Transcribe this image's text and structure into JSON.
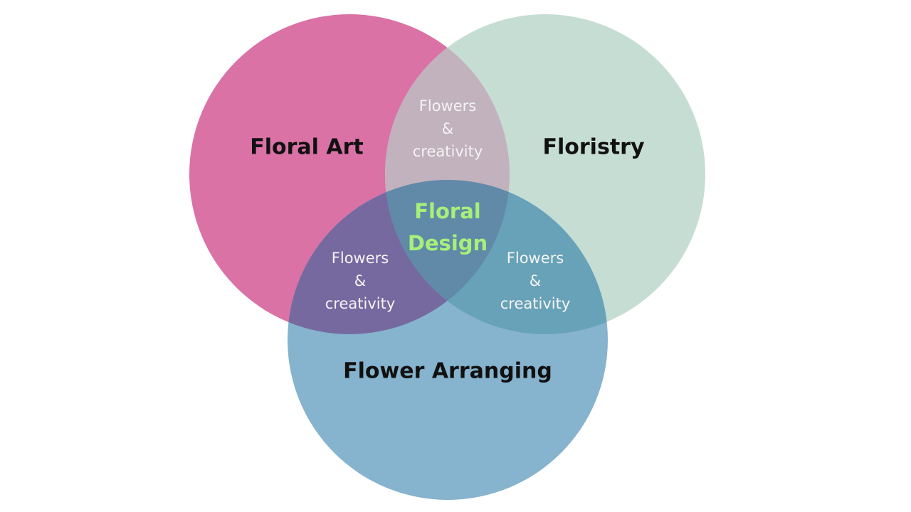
{
  "colors": {
    "floral_art": "#da72a6",
    "floristry": "#c6ddd3",
    "flower_arranging": "#86b3cd",
    "art_floristry": "#c2b2bd",
    "art_arranging": "#7569a0",
    "floristry_arranging": "#67a2b8",
    "center": "#6189a8",
    "center_text": "#a6f07a"
  },
  "sets": {
    "floral_art": "Floral Art",
    "floristry": "Floristry",
    "flower_arranging": "Flower Arranging"
  },
  "overlaps": {
    "top": {
      "line1": "Flowers",
      "line2": "&",
      "line3": "creativity"
    },
    "left": {
      "line1": "Flowers",
      "line2": "&",
      "line3": "creativity"
    },
    "right": {
      "line1": "Flowers",
      "line2": "&",
      "line3": "creativity"
    }
  },
  "center": {
    "line1": "Floral",
    "line2": "Design"
  }
}
